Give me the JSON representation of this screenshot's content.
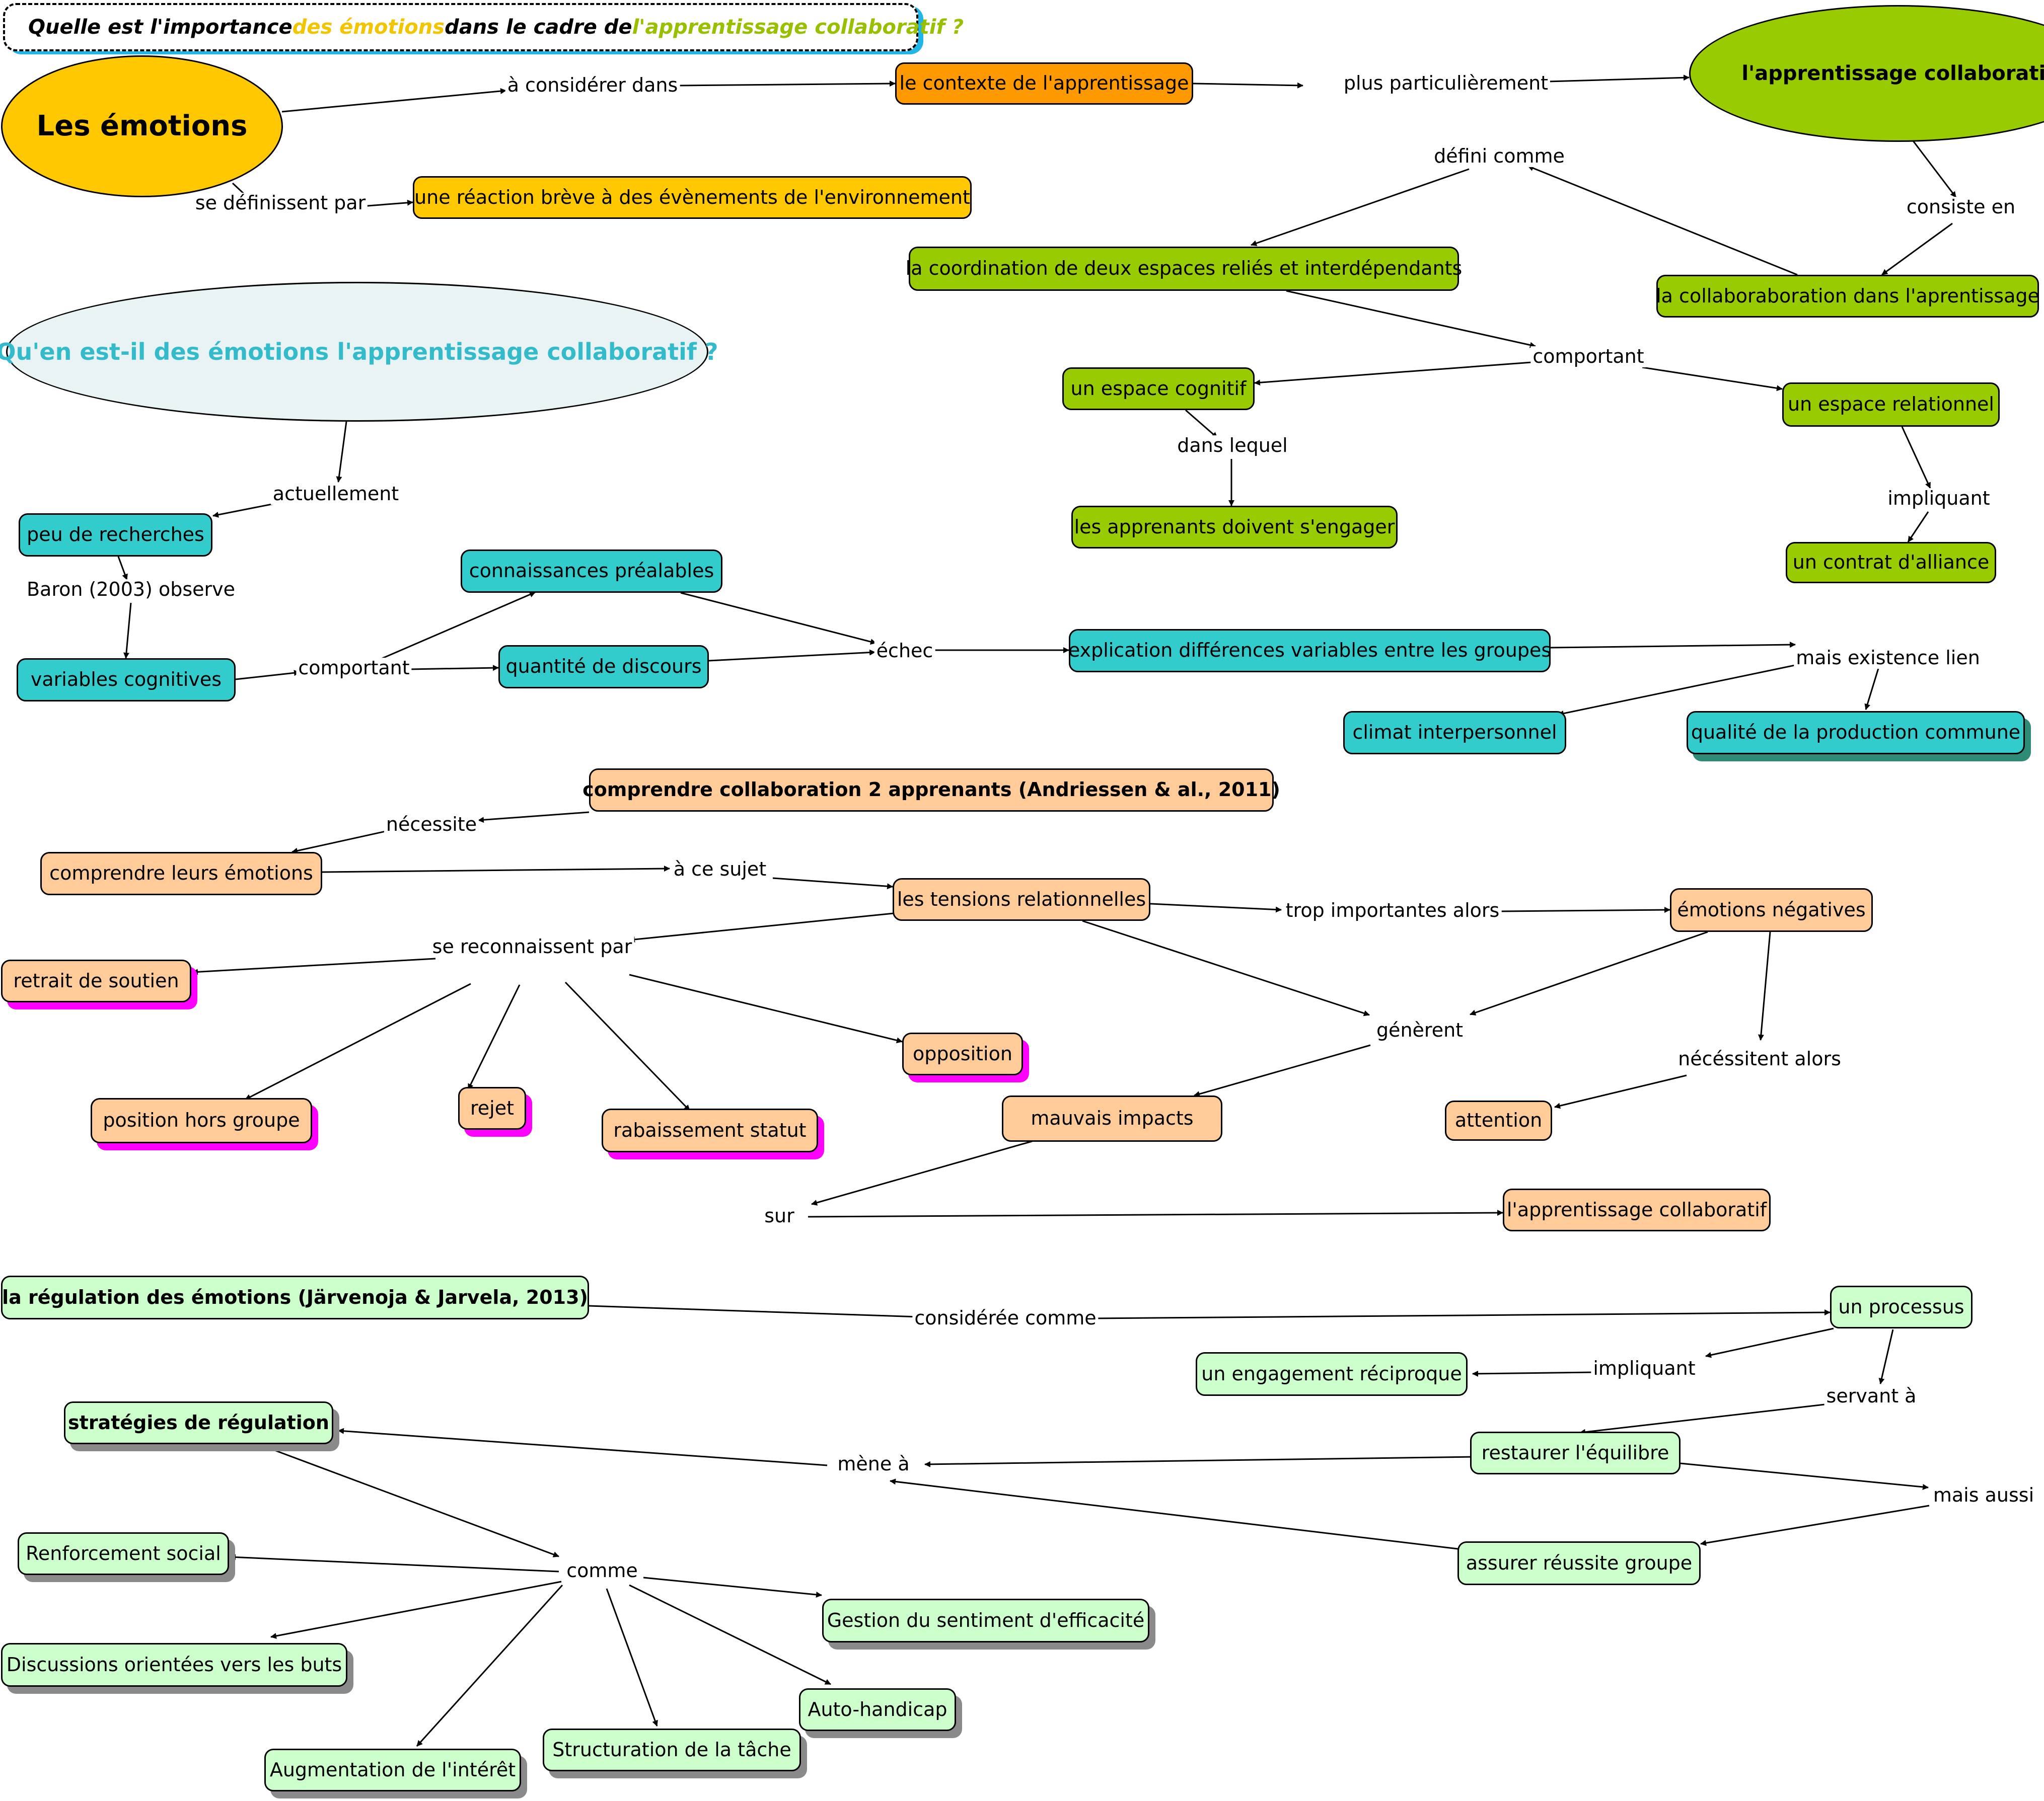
{
  "title": {
    "part1": "Quelle est l'importance ",
    "part2": "des émotions",
    "part3": " dans le cadre de ",
    "part4": "l'apprentissage collaboratif ?"
  },
  "colors": {
    "yellow": "#ffc800",
    "orange": "#ff9900",
    "lime": "#99cc00",
    "teal": "#33cccc",
    "peach": "#ffcc99",
    "mint": "#ccffcc",
    "question_fill": "#e9f3f4",
    "question_text": "#33bbcc",
    "title_yellow": "#f2c500",
    "title_green": "#99c000",
    "title_border_shadow": "#21b6e8",
    "shadow_magenta": "#ff00ff",
    "shadow_gray": "#8a8a8a"
  },
  "nodes": {
    "emotions": "Les émotions",
    "contexte": "le contexte de l'apprentissage",
    "app_collab_top": "l'apprentissage collaboratif",
    "reaction": "une réaction brève à des évènements de l'environnement",
    "coordination": "la coordination de deux espaces reliés et interdépendants",
    "collaboration": "la collaboraboration dans l'aprentissage",
    "question": "Qu'en est-il des émotions l'apprentissage collaboratif ?",
    "espace_cognitif": "un espace cognitif",
    "espace_relationnel": "un espace relationnel",
    "apprenants_engager": "les apprenants doivent s'engager",
    "contrat": "un contrat d'alliance",
    "peu_recherches": "peu de recherches",
    "connaissances": "connaissances préalables",
    "variables": "variables cognitives",
    "quantite": "quantité de discours",
    "explication": "explication différences variables entre les groupes",
    "climat": "climat interpersonnel",
    "qualite": "qualité de la production commune",
    "comprendre_collab": "comprendre collaboration 2 apprenants (Andriessen & al., 2011)",
    "comprendre_emotions": "comprendre leurs émotions",
    "tensions": "les tensions relationnelles",
    "emotions_negatives": "émotions négatives",
    "retrait": "retrait de soutien",
    "opposition": "opposition",
    "position": "position hors groupe",
    "rejet": "rejet",
    "rabaissement": "rabaissement statut",
    "mauvais_impacts": "mauvais impacts",
    "attention": "attention",
    "app_collab_bottom": "l'apprentissage collaboratif",
    "regulation": "la régulation des émotions (Järvenoja & Jarvela, 2013)",
    "processus": "un processus",
    "engagement": "un engagement réciproque",
    "strategies": "stratégies de régulation",
    "restaurer": "restaurer l'équilibre",
    "renforcement": "Renforcement social",
    "assurer": "assurer réussite groupe",
    "gestion": "Gestion du sentiment d'efficacité",
    "discussions": "Discussions orientées vers les buts",
    "auto_handicap": "Auto-handicap",
    "structuration": "Structuration de la tâche",
    "augmentation": "Augmentation de l'intérêt"
  },
  "links": {
    "a_considerer": "à considérer dans",
    "plus_part": "plus particulièrement",
    "se_definissent": "se définissent par",
    "defini_comme": "défini comme",
    "consiste_en": "consiste en",
    "comportant1": "comportant",
    "dans_lequel": "dans lequel",
    "impliquant1": "impliquant",
    "actuellement": "actuellement",
    "baron": "Baron (2003) observe",
    "comportant2": "comportant",
    "echec": "échec",
    "mais_existence": "mais existence lien",
    "necessite": "nécessite",
    "a_ce_sujet": "à ce sujet",
    "trop_importantes": "trop importantes alors",
    "se_reconnaissent": "se reconnaissent par",
    "generent": "génèrent",
    "necessitent": "nécéssitent alors",
    "sur": "sur",
    "consideree": "considérée comme",
    "impliquant2": "impliquant",
    "servant": "servant à",
    "mene": "mène à",
    "mais_aussi": "mais aussi",
    "comme": "comme"
  }
}
